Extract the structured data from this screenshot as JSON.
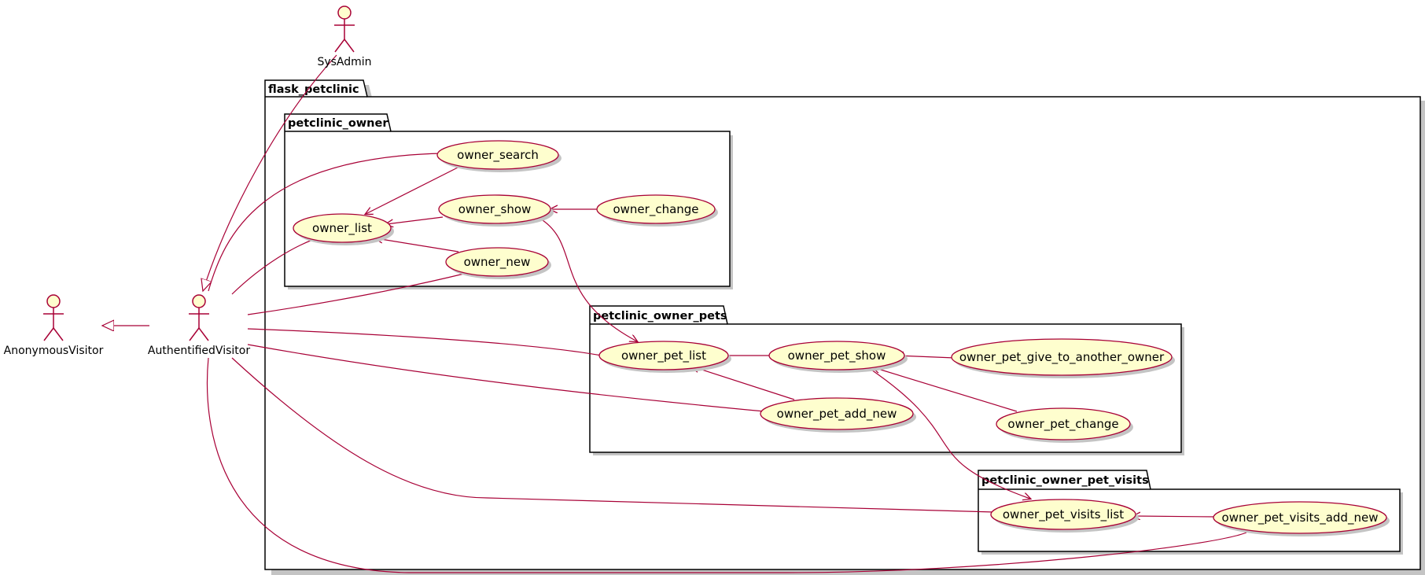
{
  "colors": {
    "line": "#A80036",
    "usecase_fill": "#FEFECE",
    "actor_fill": "#FEFECE",
    "package_border": "#000000",
    "shadow": "#c4c4c4"
  },
  "packages": {
    "root": "flask_petclinic",
    "owner": "petclinic_owner",
    "pets": "petclinic_owner_pets",
    "visits": "petclinic_owner_pet_visits"
  },
  "actors": {
    "sysadmin": "SysAdmin",
    "anonymous": "AnonymousVisitor",
    "authentified": "AuthentifiedVisitor"
  },
  "usecases": {
    "owner_search": "owner_search",
    "owner_show": "owner_show",
    "owner_change": "owner_change",
    "owner_list": "owner_list",
    "owner_new": "owner_new",
    "owner_pet_list": "owner_pet_list",
    "owner_pet_show": "owner_pet_show",
    "owner_pet_give_to_another_owner": "owner_pet_give_to_another_owner",
    "owner_pet_add_new": "owner_pet_add_new",
    "owner_pet_change": "owner_pet_change",
    "owner_pet_visits_list": "owner_pet_visits_list",
    "owner_pet_visits_add_new": "owner_pet_visits_add_new"
  }
}
